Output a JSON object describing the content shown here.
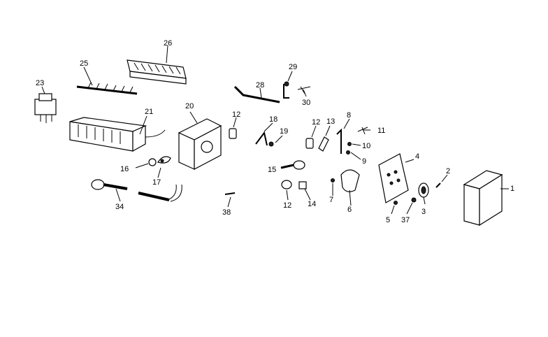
{
  "diagram": {
    "type": "exploded-parts-view",
    "header_text": "",
    "callouts": {
      "c1": "1",
      "c2": "2",
      "c3": "3",
      "c4": "4",
      "c5": "5",
      "c6": "6",
      "c7": "7",
      "c8": "8",
      "c9": "9",
      "c10": "10",
      "c11": "11",
      "c12a": "12",
      "c12b": "12",
      "c12c": "12",
      "c13": "13",
      "c14": "14",
      "c15": "15",
      "c16": "16",
      "c17": "17",
      "c18": "18",
      "c19": "19",
      "c20": "20",
      "c21": "21",
      "c23": "23",
      "c25": "25",
      "c26": "26",
      "c28": "28",
      "c29": "29",
      "c30": "30",
      "c34": "34",
      "c37": "37",
      "c38": "38"
    }
  }
}
